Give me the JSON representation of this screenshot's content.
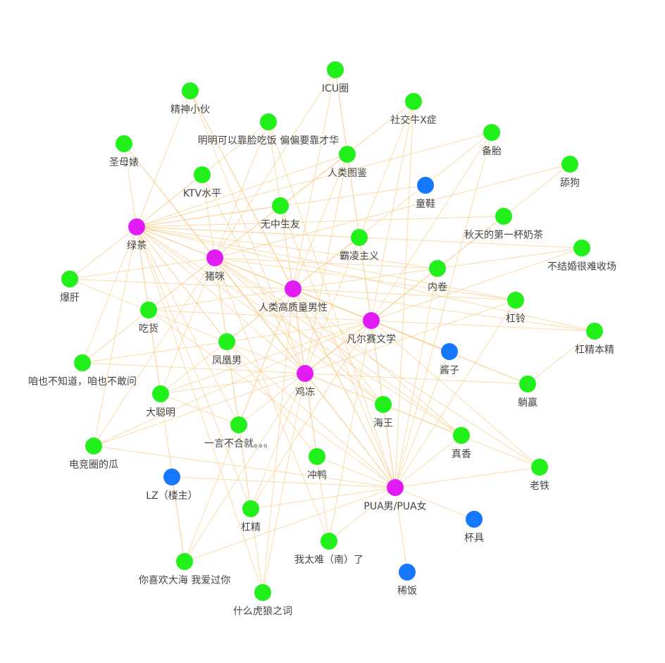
{
  "colors": {
    "hub": "#e21cf6",
    "term": "#22f01a",
    "person": "#1677ff",
    "edge": "#f9d49a"
  },
  "nodes": [
    {
      "name": "绿茶",
      "category": "hub"
    },
    {
      "name": "猪咪",
      "category": "hub"
    },
    {
      "name": "人类高质量男性",
      "category": "hub"
    },
    {
      "name": "凡尔赛文学",
      "category": "hub"
    },
    {
      "name": "鸡冻",
      "category": "hub"
    },
    {
      "name": "PUA男/PUA女",
      "category": "hub"
    },
    {
      "name": "童鞋",
      "category": "person"
    },
    {
      "name": "酱子",
      "category": "person"
    },
    {
      "name": "LZ（楼主）",
      "category": "person"
    },
    {
      "name": "杯具",
      "category": "person"
    },
    {
      "name": "稀饭",
      "category": "person"
    },
    {
      "name": "ICU圈",
      "category": "term"
    },
    {
      "name": "精神小伙",
      "category": "term"
    },
    {
      "name": "社交牛X症",
      "category": "term"
    },
    {
      "name": "明明可以靠脸吃饭 偏偏要靠才华",
      "category": "term"
    },
    {
      "name": "备胎",
      "category": "term"
    },
    {
      "name": "圣母婊",
      "category": "term"
    },
    {
      "name": "人类图鉴",
      "category": "term"
    },
    {
      "name": "舔狗",
      "category": "term"
    },
    {
      "name": "KTV水平",
      "category": "term"
    },
    {
      "name": "无中生友",
      "category": "term"
    },
    {
      "name": "秋天的第一杯奶茶",
      "category": "term"
    },
    {
      "name": "霸凌主义",
      "category": "term"
    },
    {
      "name": "不结婚很难收场",
      "category": "term"
    },
    {
      "name": "内卷",
      "category": "term"
    },
    {
      "name": "爆肝",
      "category": "term"
    },
    {
      "name": "杠铃",
      "category": "term"
    },
    {
      "name": "吃货",
      "category": "term"
    },
    {
      "name": "杠精本精",
      "category": "term"
    },
    {
      "name": "凤凰男",
      "category": "term"
    },
    {
      "name": "咱也不知道，咱也不敢问",
      "category": "term"
    },
    {
      "name": "躺赢",
      "category": "term"
    },
    {
      "name": "大聪明",
      "category": "term"
    },
    {
      "name": "海王",
      "category": "term"
    },
    {
      "name": "一言不合就。。。",
      "category": "term"
    },
    {
      "name": "真香",
      "category": "term"
    },
    {
      "name": "电竞圈的瓜",
      "category": "term"
    },
    {
      "name": "冲鸭",
      "category": "term"
    },
    {
      "name": "老铁",
      "category": "term"
    },
    {
      "name": "杠精",
      "category": "term"
    },
    {
      "name": "我太难（南）了",
      "category": "term"
    },
    {
      "name": "你喜欢大海 我爱过你",
      "category": "term"
    },
    {
      "name": "什么虎狼之词",
      "category": "term"
    }
  ],
  "links": {
    "绿茶": [
      "精神小伙",
      "圣母婊",
      "KTV水平",
      "无中生友",
      "秋天的第一杯奶茶",
      "霸凌主义",
      "不结婚很难收场",
      "内卷",
      "爆肝",
      "吃货",
      "凤凰男",
      "咱也不知道，咱也不敢问",
      "大聪明",
      "电竞圈的瓜",
      "杠铃",
      "杠精本精",
      "海王",
      "一言不合就。。。",
      "冲鸭",
      "杠精",
      "你喜欢大海 我爱过你",
      "什么虎狼之词",
      "童鞋",
      "人类图鉴",
      "猪咪",
      "人类高质量男性",
      "凡尔赛文学",
      "鸡冻",
      "明明可以靠脸吃饭 偏偏要靠才华",
      "备胎",
      "真香"
    ],
    "猪咪": [
      "圣母婊",
      "ICU圈",
      "社交牛X症",
      "明明可以靠脸吃饭 偏偏要靠才华",
      "KTV水平",
      "人类图鉴",
      "舔狗",
      "爆肝",
      "吃货",
      "杠铃",
      "内卷",
      "咱也不知道，咱也不敢问",
      "大聪明",
      "电竞圈的瓜",
      "真香",
      "躺赢",
      "老铁",
      "我太难（南）了",
      "杠精",
      "什么虎狼之词",
      "海王",
      "凡尔赛文学",
      "鸡冻",
      "PUA男/PUA女"
    ],
    "人类高质量男性": [
      "精神小伙",
      "ICU圈",
      "备胎",
      "人类图鉴",
      "无中生友",
      "霸凌主义",
      "不结婚很难收场",
      "杠铃",
      "杠精本精",
      "吃货",
      "爆肝",
      "凤凰男",
      "大聪明",
      "一言不合就。。。",
      "冲鸭",
      "你喜欢大海 我爱过你",
      "什么虎狼之词",
      "躺赢",
      "海王",
      "真香",
      "鸡冻",
      "PUA男/PUA女",
      "凡尔赛文学",
      "酱子"
    ],
    "凡尔赛文学": [
      "ICU圈",
      "社交牛X症",
      "备胎",
      "舔狗",
      "秋天的第一杯奶茶",
      "不结婚很难收场",
      "杠精本精",
      "咱也不知道，咱也不敢问",
      "吃货",
      "大聪明",
      "电竞圈的瓜",
      "一言不合就。。。",
      "杠精",
      "我太难（南）了",
      "老铁",
      "躺赢",
      "鸡冻",
      "PUA男/PUA女"
    ],
    "鸡冻": [
      "精神小伙",
      "明明可以靠脸吃饭 偏偏要靠才华",
      "KTV水平",
      "人类图鉴",
      "社交牛X症",
      "秋天的第一杯奶茶",
      "爆肝",
      "咱也不知道，咱也不敢问",
      "大聪明",
      "电竞圈的瓜",
      "杠铃",
      "躺赢",
      "老铁",
      "真香",
      "冲鸭",
      "杠精",
      "你喜欢大海 我爱过你",
      "什么虎狼之词",
      "我太难（南）了",
      "PUA男/PUA女"
    ],
    "PUA男/PUA女": [
      "ICU圈",
      "精神小伙",
      "圣母婊",
      "明明可以靠脸吃饭 偏偏要靠才华",
      "社交牛X症",
      "备胎",
      "无中生友",
      "霸凌主义",
      "内卷",
      "杠铃",
      "凤凰男",
      "吃货",
      "电竞圈的瓜",
      "LZ（楼主）",
      "杠精",
      "你喜欢大海 我爱过你",
      "我太难（南）了",
      "稀饭",
      "杯具",
      "老铁",
      "真香",
      "海王",
      "酱子",
      "冲鸭"
    ],
    "LZ（楼主）": [
      "你喜欢大海 我爱过你"
    ],
    "大聪明": [
      "一言不合就。。。"
    ],
    "杠精本精": [
      "躺赢"
    ]
  }
}
